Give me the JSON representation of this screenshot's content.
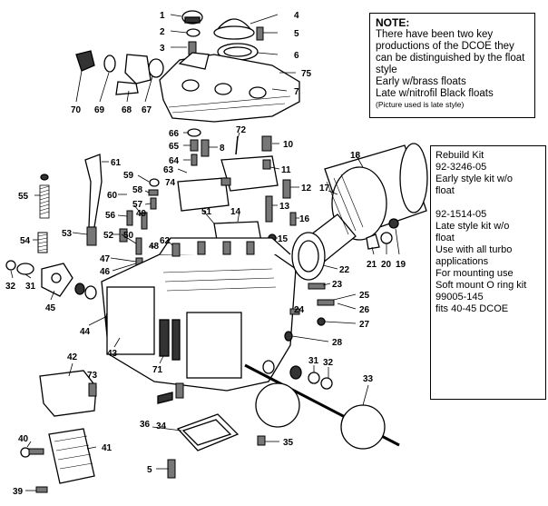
{
  "note": {
    "title": "NOTE:",
    "lines": [
      "There have been two key",
      "productions of the DCOE  they",
      "can be distinguished by the float",
      "style",
      "Early w/brass floats",
      "Late w/nitrofil Black floats"
    ],
    "small": "(Picture used is late style)"
  },
  "kit": {
    "lines": [
      "Rebuild Kit",
      "92-3246-05",
      "Early style kit  w/o",
      "float",
      "",
      "92-1514-05",
      "Late style kit w/o",
      "float",
      "Use with all turbo",
      "applications",
      "For mounting use",
      "Soft mount O ring kit",
      "99005-145",
      "fits 40-45 DCOE"
    ]
  },
  "callouts": [
    "1",
    "2",
    "3",
    "4",
    "5",
    "6",
    "7",
    "75",
    "70",
    "69",
    "68",
    "67",
    "66",
    "65",
    "64",
    "8",
    "72",
    "10",
    "63",
    "61",
    "59",
    "74",
    "11",
    "12",
    "55",
    "58",
    "60",
    "57",
    "13",
    "16",
    "18",
    "17",
    "56",
    "49",
    "51",
    "14",
    "15",
    "53",
    "52",
    "50",
    "54",
    "48",
    "62",
    "47",
    "46",
    "21",
    "20",
    "19",
    "22",
    "23",
    "25",
    "26",
    "27",
    "28",
    "24",
    "32",
    "31",
    "45",
    "44",
    "43",
    "71",
    "42",
    "73",
    "31",
    "32",
    "33",
    "36",
    "34",
    "40",
    "41",
    "35",
    "5",
    "39"
  ],
  "colors": {
    "ink": "#000000",
    "background": "#ffffff"
  }
}
